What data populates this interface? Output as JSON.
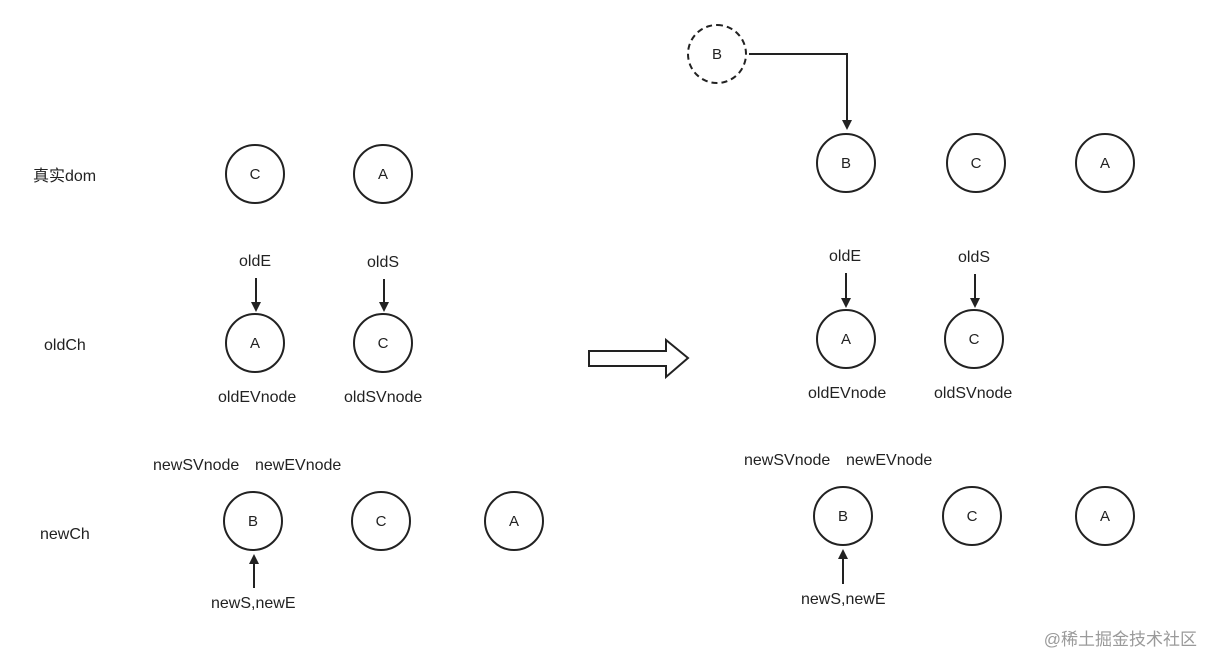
{
  "rows": {
    "real_dom": "真实dom",
    "old_ch": "oldCh",
    "new_ch": "newCh"
  },
  "left": {
    "real_dom_nodes": [
      "C",
      "A"
    ],
    "old_nodes": [
      "A",
      "C"
    ],
    "new_nodes": [
      "B",
      "C",
      "A"
    ],
    "pointer_old_e": "oldE",
    "pointer_old_s": "oldS",
    "old_e_vnode": "oldEVnode",
    "old_s_vnode": "oldSVnode",
    "new_s_vnode": "newSVnode",
    "new_e_vnode": "newEVnode",
    "pointer_new": "newS,newE"
  },
  "right": {
    "inserted_node": "B",
    "real_dom_nodes": [
      "B",
      "C",
      "A"
    ],
    "old_nodes": [
      "A",
      "C"
    ],
    "new_nodes": [
      "B",
      "C",
      "A"
    ],
    "pointer_old_e": "oldE",
    "pointer_old_s": "oldS",
    "old_e_vnode": "oldEVnode",
    "old_s_vnode": "oldSVnode",
    "new_s_vnode": "newSVnode",
    "new_e_vnode": "newEVnode",
    "pointer_new": "newS,newE"
  },
  "watermark": "@稀土掘金技术社区"
}
